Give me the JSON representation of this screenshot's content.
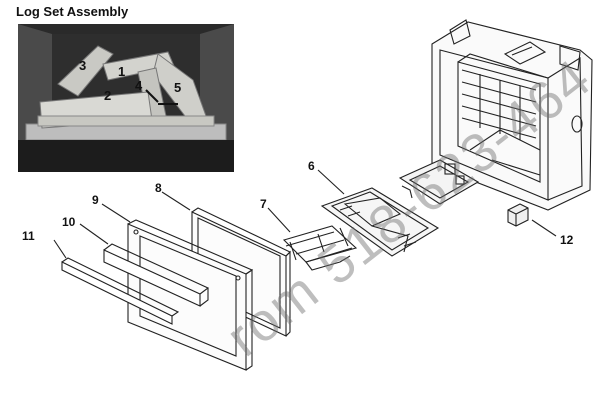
{
  "title": "Log Set Assembly",
  "photo_labels": [
    "1",
    "2",
    "3",
    "4",
    "5"
  ],
  "callouts": {
    "c6": "6",
    "c7": "7",
    "c8": "8",
    "c9": "9",
    "c10": "10",
    "c11": "11",
    "c12": "12"
  },
  "watermark": "rom 518-623-464"
}
